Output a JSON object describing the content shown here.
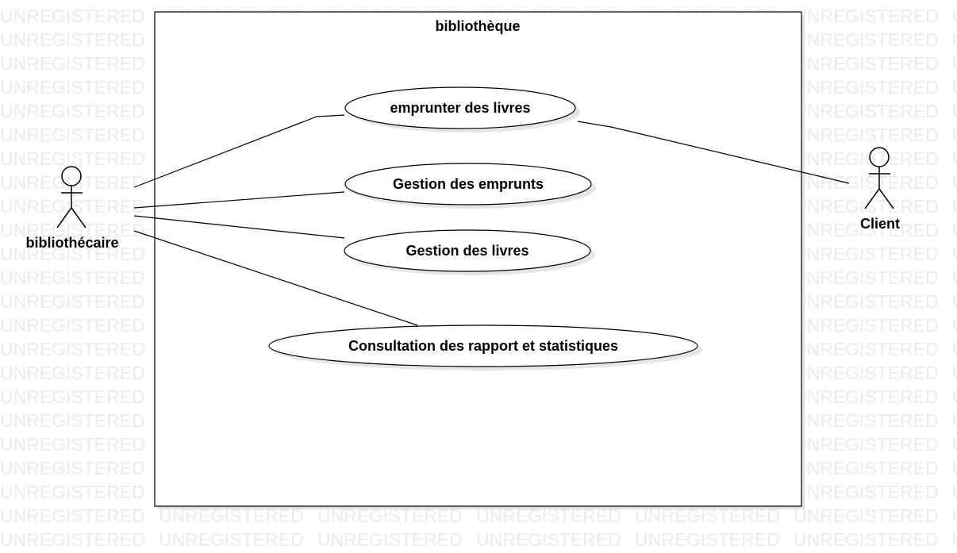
{
  "diagram": {
    "type": "uml-use-case",
    "watermark": "UNREGISTERED",
    "system_boundary": {
      "title": "bibliothèque"
    },
    "actors": [
      {
        "id": "bibliothecaire",
        "label": "bibliothécaire"
      },
      {
        "id": "client",
        "label": "Client"
      }
    ],
    "use_cases": [
      {
        "id": "uc1",
        "label": "emprunter des livres"
      },
      {
        "id": "uc2",
        "label": "Gestion des emprunts"
      },
      {
        "id": "uc3",
        "label": "Gestion des livres"
      },
      {
        "id": "uc4",
        "label": "Consultation des rapport et statistiques"
      }
    ],
    "associations": [
      {
        "from": "bibliothecaire",
        "to": "uc1"
      },
      {
        "from": "bibliothecaire",
        "to": "uc2"
      },
      {
        "from": "bibliothecaire",
        "to": "uc3"
      },
      {
        "from": "bibliothecaire",
        "to": "uc4"
      },
      {
        "from": "client",
        "to": "uc1"
      }
    ]
  }
}
